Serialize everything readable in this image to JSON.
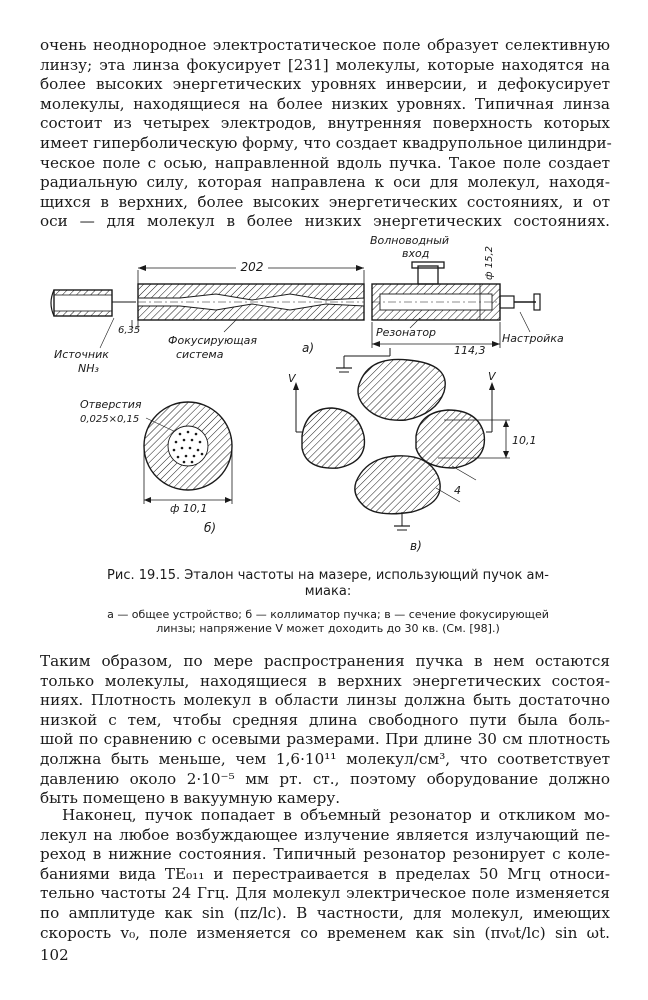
{
  "top_text": [
    "очень  неоднородное  электростатическое поле образует селективную",
    "линзу; эта линза фокусирует [231] молекулы, которые находятся на",
    "более  высоких  энергетических  уровнях  инверсии,  и  дефокусирует",
    "молекулы, находящиеся на более низких уровнях. Типичная линза",
    "состоит из четырех электродов, внутренняя поверхность которых",
    "имеет гиперболическую форму, что создает квадрупольное цилиндри-",
    "ческое поле с осью, направленной вдоль пучка. Такое поле создает",
    "радиальную силу, которая направлена к оси для молекул, находя-",
    "щихся в верхних, более высоких энергетических состояниях, и от",
    "оси — для  молекул  в  более  низких  энергетических  состояниях."
  ],
  "figure": {
    "label_waveguide": "Волноводный",
    "label_input": "вход",
    "dim_202": "202",
    "dim_phi152": "ф 15,2",
    "dim_635": "6,35",
    "dim_1143": "114,3",
    "label_resonator": "Резонатор",
    "label_tuning": "Настройка",
    "label_source": "Источник",
    "label_nh3": "NH₃",
    "label_focusing": "Фокусирующая",
    "label_system": "система",
    "label_a": "а)",
    "label_hole": "Отверстия",
    "dim_hole": "0,025×0,15",
    "dim_phi101": "ф 10,1",
    "label_b": "б)",
    "label_v1": "V",
    "label_v2": "V",
    "dim_101": "10,1",
    "dim_4": "4",
    "label_c": "в)"
  },
  "caption": {
    "title_line1": "Рис. 19.15. Эталон частоты на мазере, использующий пучок ам-",
    "title_line2": "миака:",
    "legend_line1": "а — общее устройство;  б — коллиматор пучка;  в — сечение  фокусирующей",
    "legend_line2": "линзы; напряжение V может доходить до 30 кв. (См. [98].)"
  },
  "middle_text": [
    "Таким образом, по мере распространения пучка в  нем  остаются",
    "только молекулы, находящиеся в верхних энергетических состоя-",
    "ниях. Плотность молекул в области линзы должна быть достаточно",
    "низкой с тем, чтобы средняя длина свободного пути была боль-",
    "шой по сравнению с осевыми размерами. При длине 30 см плотность",
    "должна быть меньше, чем 1,6·10¹¹ молекул/см³, что соответствует",
    "давлению около 2·10⁻⁵ мм рт. ст., поэтому оборудование должно",
    "быть помещено в вакуумную камеру."
  ],
  "bottom_text": [
    "Наконец, пучок попадает в объемный резонатор и откликом мо-",
    "лекул на любое возбуждающее излучение является излучающий пе-",
    "реход в нижние состояния. Типичный резонатор резонирует с коле-",
    "баниями вида TE₀₁₁ и перестраивается в пределах 50 Мгц относи-",
    "тельно частоты 24 Ггц. Для молекул электрическое поле изменяется",
    "по амплитуде как sin (πz/lc). В частности, для молекул, имеющих",
    "скорость v₀, поле изменяется со временем как sin (πv₀t/lc) sin ωt."
  ],
  "page_number": "102"
}
